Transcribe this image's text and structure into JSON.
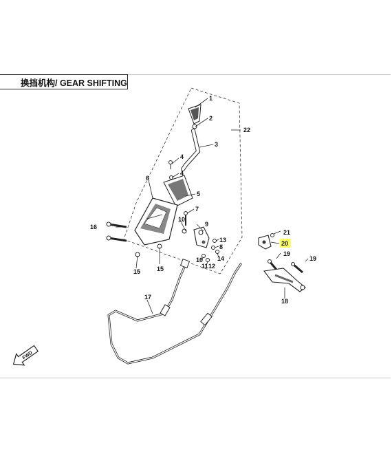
{
  "title": "换挡机构/ GEAR SHIFTING",
  "fwd_label": "FWD",
  "callouts": [
    "1",
    "2",
    "3",
    "22",
    "4",
    "4",
    "6",
    "5",
    "7",
    "16",
    "10",
    "9",
    "13",
    "8",
    "14",
    "10",
    "11",
    "12",
    "15",
    "15",
    "17",
    "21",
    "20",
    "19",
    "19",
    "18"
  ],
  "highlighted_callout": "20",
  "colors": {
    "highlight": "#ffff66",
    "line": "#222222",
    "frame": "#c9c9c9"
  }
}
